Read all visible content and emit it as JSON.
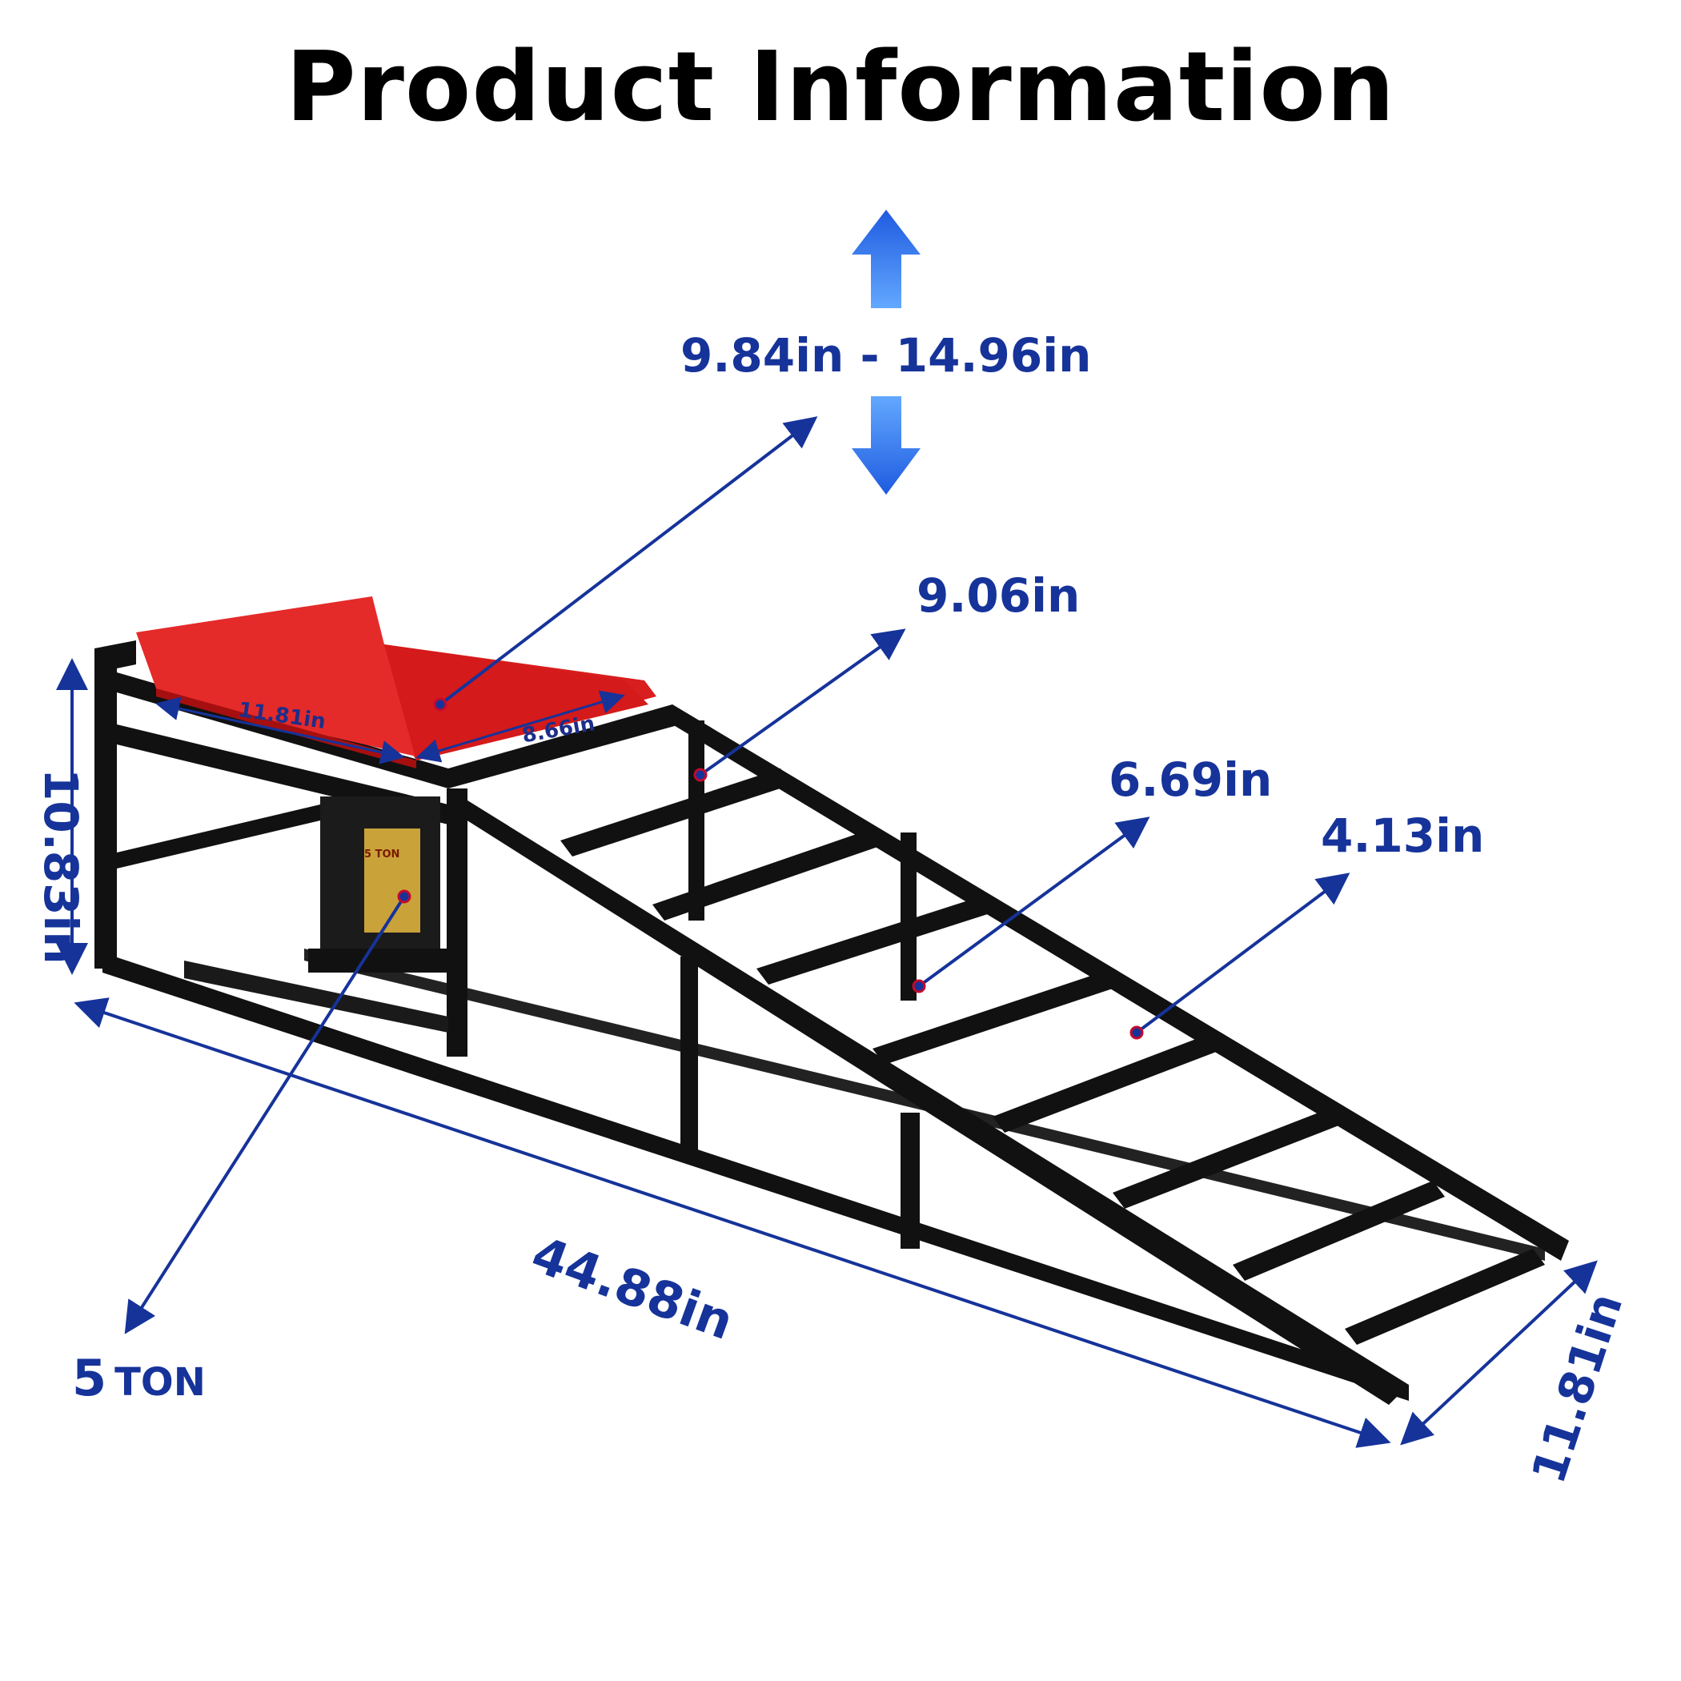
{
  "title": "Product Information",
  "dimensions": {
    "lift_range": "9.84in - 14.96in",
    "height_906": "9.06in",
    "height_669": "6.69in",
    "height_413": "4.13in",
    "overall_height": "10.83in",
    "overall_length": "44.88in",
    "overall_width": "11.81in",
    "pad_length": "11.81in",
    "pad_width": "8.66in"
  },
  "capacity": {
    "value": "5",
    "unit": "TON"
  },
  "jack_label": "5 TON",
  "colors": {
    "dimension_text": "#16339a",
    "arrow_blue": "#2f7bf2",
    "ramp": "#111111",
    "pad": "#e01818"
  },
  "icons": [
    "up-arrow-icon",
    "down-arrow-icon"
  ]
}
